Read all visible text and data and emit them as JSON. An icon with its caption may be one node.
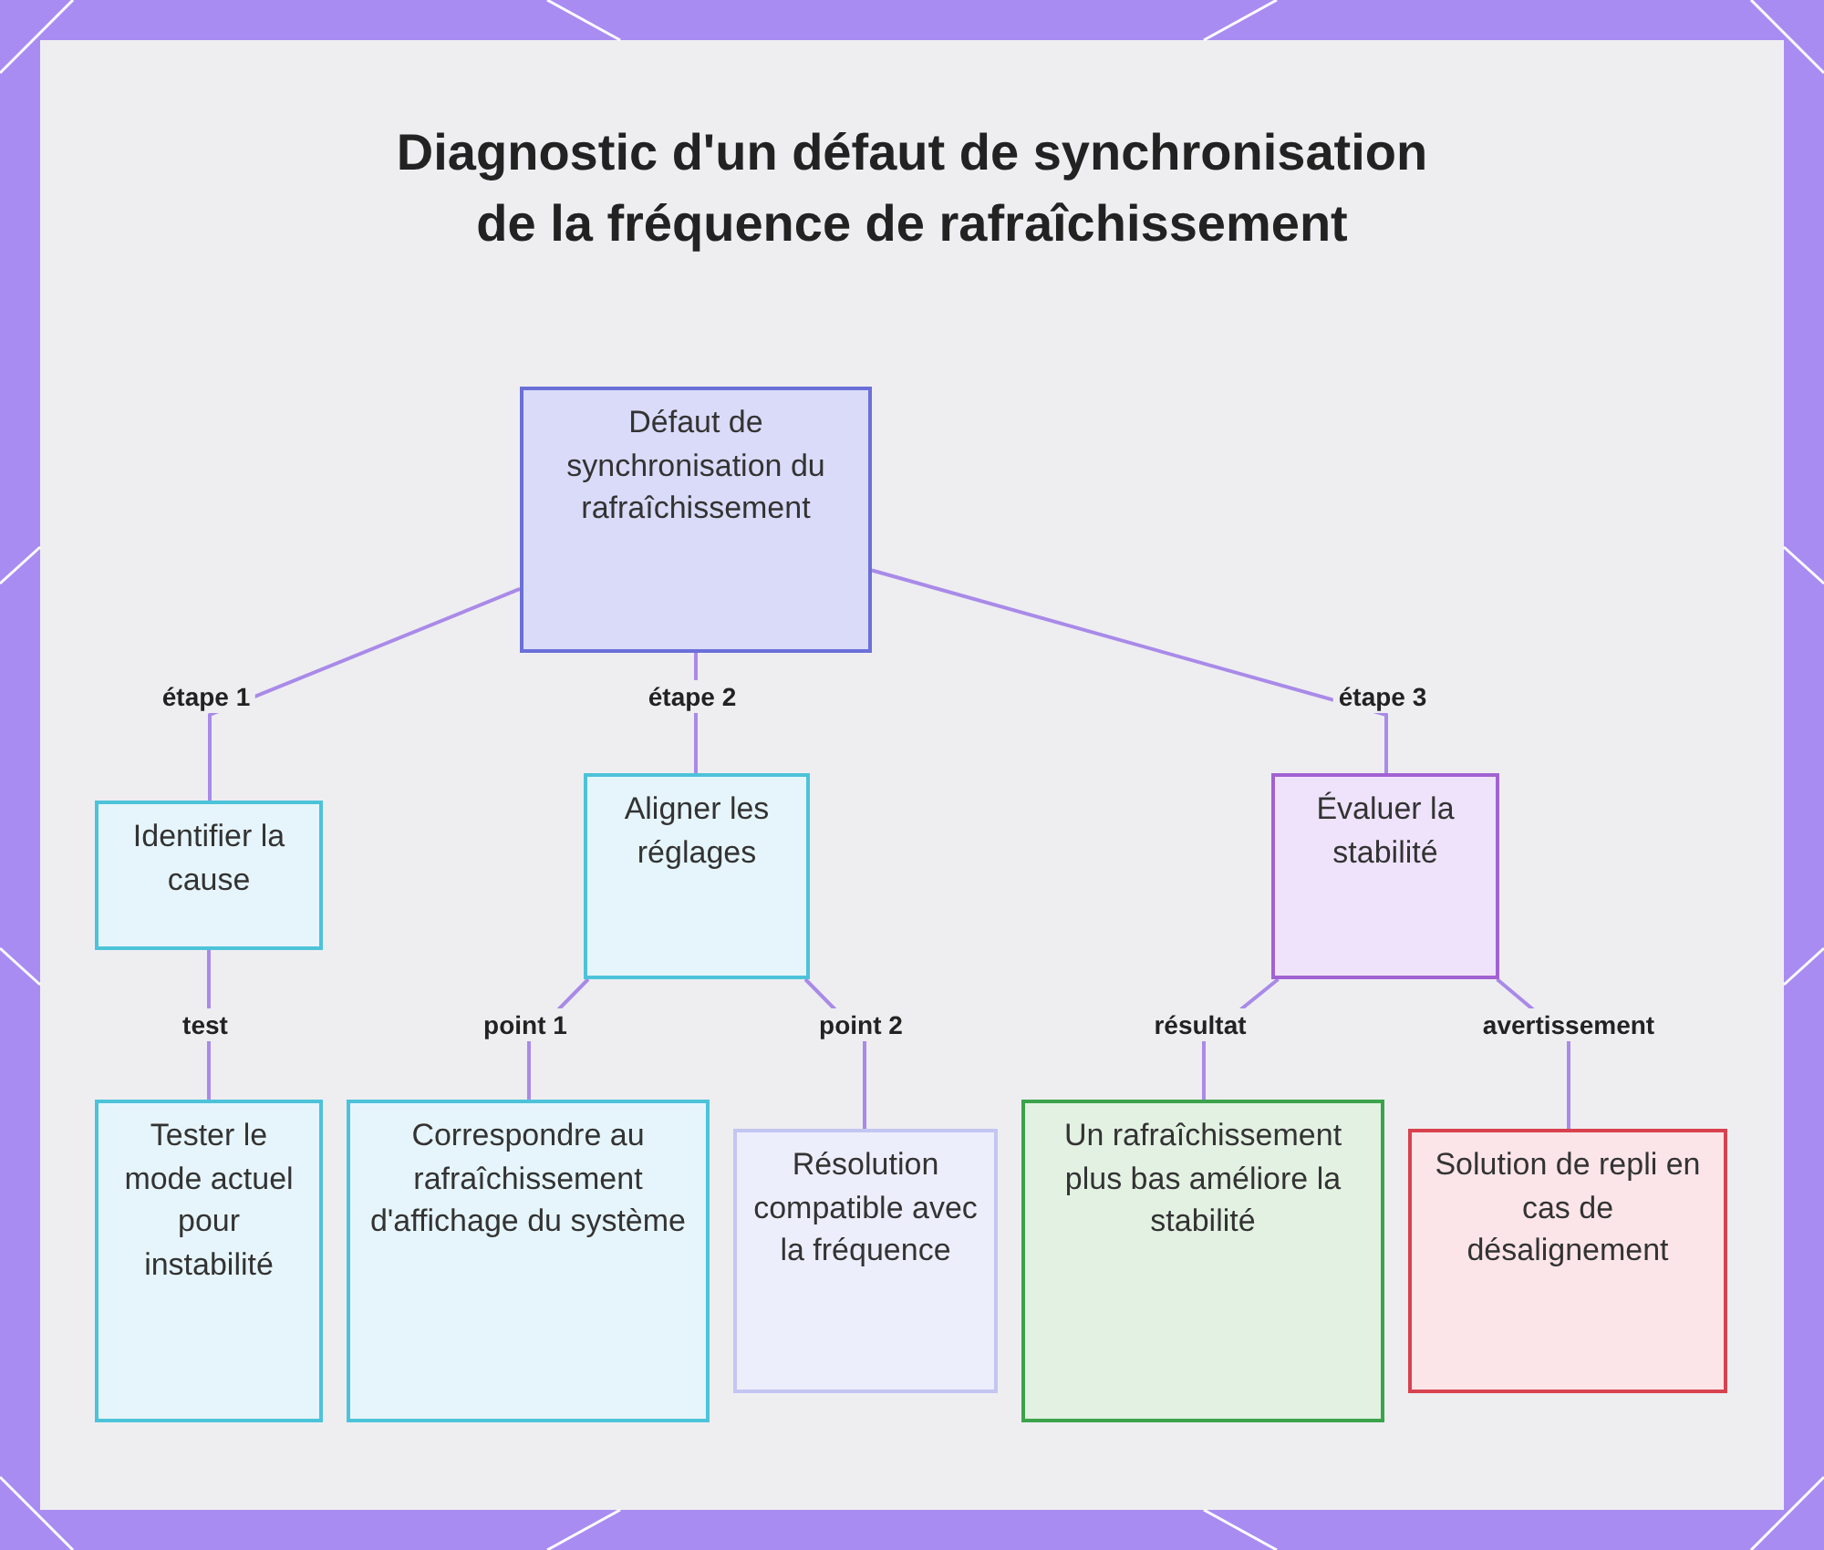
{
  "diagram": {
    "title": "Diagnostic d'un défaut de synchronisation de la fréquence de rafraîchissement",
    "nodes": [
      {
        "text": [
          "Défaut de synchronisation du rafraîchissement"
        ]
      },
      {
        "text": [
          "Identifier la cause"
        ]
      },
      {
        "text": [
          "Aligner les réglages"
        ]
      },
      {
        "text": [
          "Évaluer la stabilité"
        ]
      },
      {
        "text": [
          "Tester le mode actuel pour instabilité"
        ]
      },
      {
        "text": [
          "Correspondre au rafraîchissement d'affichage du système"
        ]
      },
      {
        "text": [
          "Résolution compatible avec la fréquence"
        ]
      },
      {
        "text": [
          "Un rafraîchissement plus bas améliore la stabilité"
        ]
      },
      {
        "text": [
          "Solution de repli en cas de désalignement"
        ]
      }
    ],
    "edges": [
      {
        "from": 0,
        "to": 1,
        "arrow": "none",
        "label": "étape 1"
      },
      {
        "from": 0,
        "to": 2,
        "arrow": "none",
        "label": "étape 2"
      },
      {
        "from": 0,
        "to": 3,
        "arrow": "none",
        "label": "étape 3"
      },
      {
        "from": 1,
        "to": 4,
        "arrow": "none",
        "label": "test"
      },
      {
        "from": 2,
        "to": 5,
        "arrow": "none",
        "label": "point 1"
      },
      {
        "from": 2,
        "to": 6,
        "arrow": "none",
        "label": "point 2"
      },
      {
        "from": 3,
        "to": 7,
        "arrow": "none",
        "label": "résultat"
      },
      {
        "from": 3,
        "to": 8,
        "arrow": "none",
        "label": "avertissement"
      }
    ]
  }
}
